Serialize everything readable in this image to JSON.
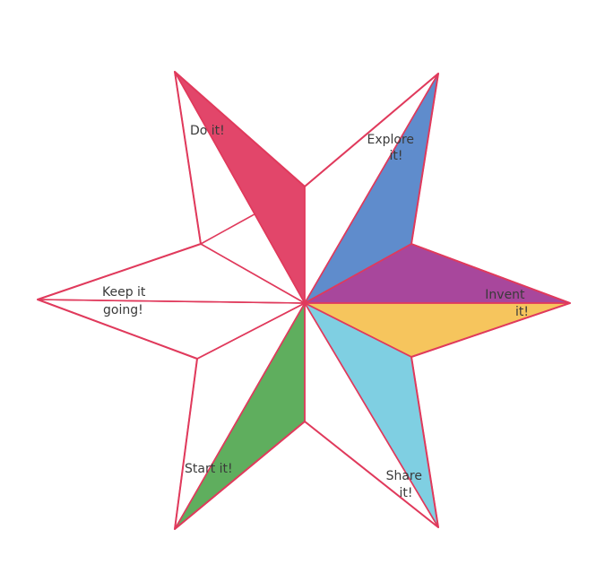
{
  "diagram": {
    "colors": {
      "outline": "#e03a5c",
      "blank": "#ffffff",
      "do": "#e2466a",
      "explore": "#5f8ccc",
      "invent_top": "#a8479c",
      "invent_bottom": "#f6c55d",
      "share": "#7fcfe2",
      "start": "#5fae5e"
    },
    "labels": {
      "do": [
        "Do it!"
      ],
      "explore": [
        "Explore",
        "it!"
      ],
      "invent": [
        "Invent",
        "it!"
      ],
      "share": [
        "Share",
        "it!"
      ],
      "start": [
        "Start it!"
      ],
      "keep_going": [
        "Keep it",
        "going!"
      ]
    }
  }
}
